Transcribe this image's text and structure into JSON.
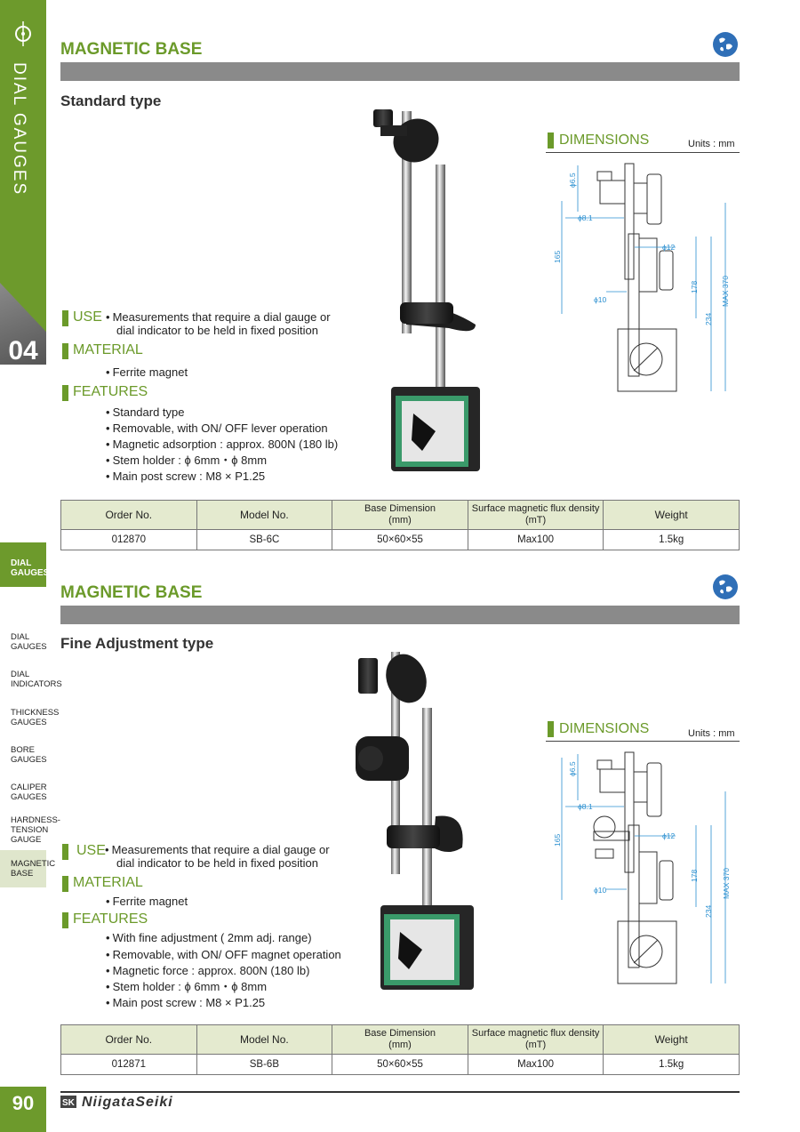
{
  "sidebar": {
    "vertical_title": "DIAL GAUGES",
    "chapter_number": "04",
    "section_label": "DIAL GAUGES",
    "items": [
      "DIAL GAUGES",
      "DIAL INDICATORS",
      "THICKNESS GAUGES",
      "BORE GAUGES",
      "CALIPER GAUGES",
      "HARDNESS-TENSION GAUGE",
      "MAGNETIC BASE"
    ],
    "active_item": "MAGNETIC BASE",
    "page_number": "90"
  },
  "colors": {
    "accent": "#6b9a2a",
    "bar_gray": "#8a8a8a",
    "table_header": "#e4eacf"
  },
  "products": [
    {
      "title": "MAGNETIC BASE",
      "subtitle": "Standard type",
      "use_label": "USE",
      "use_text_1": "Measurements that require a dial gauge or",
      "use_text_2": "dial indicator to be held in fixed position",
      "material_label": "MATERIAL",
      "material_text": "Ferrite magnet",
      "features_label": "FEATURES",
      "features": [
        "Standard type",
        "Removable, with ON/ OFF lever operation",
        "Magnetic adsorption : approx. 800N (180 lb)",
        "Stem holder : ϕ 6mm・ϕ 8mm",
        "Main post screw : M8 × P1.25"
      ],
      "dimensions_label": "DIMENSIONS",
      "units": "Units : mm",
      "dims": {
        "d65": "ϕ6.5",
        "d81": "ϕ8.1",
        "d12": "ϕ12",
        "d10": "ϕ10",
        "h165": "165",
        "h178": "178",
        "h234": "234",
        "max": "MAX 370"
      },
      "table": {
        "headers": [
          "Order No.",
          "Model No.",
          "Base Dimension",
          "Surface magnetic flux density",
          "Weight"
        ],
        "header_units": [
          "",
          "",
          "(mm)",
          "(mT)",
          ""
        ],
        "row": [
          "012870",
          "SB-6C",
          "50×60×55",
          "Max100",
          "1.5kg"
        ]
      }
    },
    {
      "title": "MAGNETIC BASE",
      "subtitle": "Fine Adjustment type",
      "use_label": "USE",
      "use_text_1": "Measurements that require a dial gauge or",
      "use_text_2": "dial indicator to be held in fixed position",
      "material_label": "MATERIAL",
      "material_text": "Ferrite magnet",
      "features_label": "FEATURES",
      "features": [
        "With fine adjustment ( 2mm adj. range)",
        "Removable, with ON/ OFF magnet operation",
        "Magnetic force : approx. 800N (180 lb)",
        "Stem holder : ϕ 6mm・ϕ 8mm",
        "Main post screw : M8 × P1.25"
      ],
      "dimensions_label": "DIMENSIONS",
      "units": "Units : mm",
      "dims": {
        "d65": "ϕ6.5",
        "d81": "ϕ8.1",
        "d12": "ϕ12",
        "d10": "ϕ10",
        "h165": "165",
        "h178": "178",
        "h234": "234",
        "max": "MAX 370"
      },
      "table": {
        "headers": [
          "Order No.",
          "Model No.",
          "Base Dimension",
          "Surface magnetic flux density",
          "Weight"
        ],
        "header_units": [
          "",
          "",
          "(mm)",
          "(mT)",
          ""
        ],
        "row": [
          "012871",
          "SB-6B",
          "50×60×55",
          "Max100",
          "1.5kg"
        ]
      }
    }
  ],
  "footer": {
    "brand": "NiigataSeiki"
  }
}
